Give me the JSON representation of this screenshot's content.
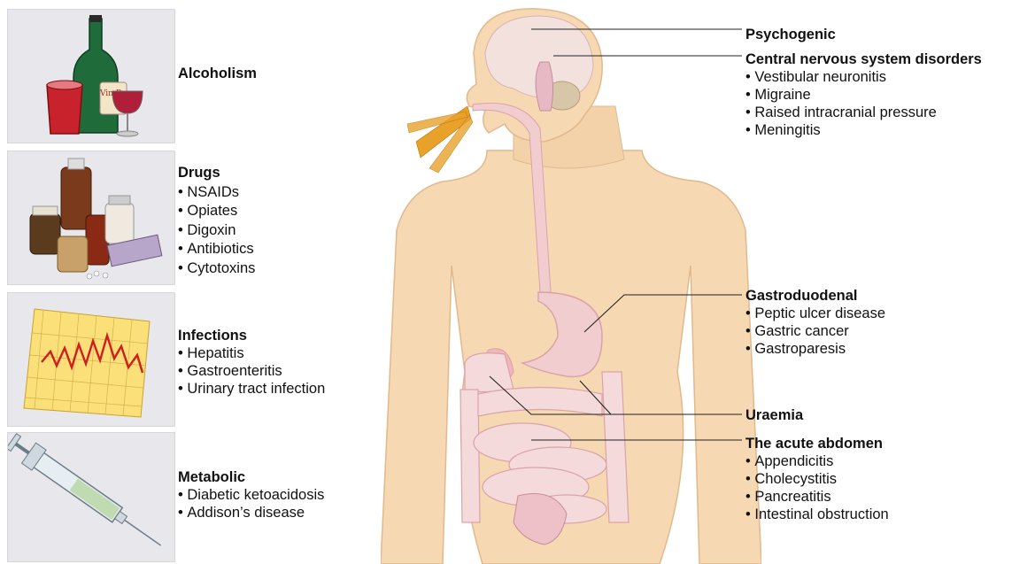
{
  "left_causes": [
    {
      "title": "Alcoholism",
      "icon": "alcohol-bottles-icon",
      "items": []
    },
    {
      "title": "Drugs",
      "icon": "medicine-bottles-icon",
      "items": [
        "NSAIDs",
        "Opiates",
        "Digoxin",
        "Antibiotics",
        "Cytotoxins"
      ]
    },
    {
      "title": "Infections",
      "icon": "fever-chart-icon",
      "items": [
        "Hepatitis",
        "Gastroenteritis",
        "Urinary tract infection"
      ]
    },
    {
      "title": "Metabolic",
      "icon": "syringe-icon",
      "items": [
        "Diabetic ketoacidosis",
        "Addison’s disease"
      ]
    }
  ],
  "right_causes": [
    {
      "title": "Psychogenic",
      "items": []
    },
    {
      "title": "Central nervous system disorders",
      "items": [
        "Vestibular neuronitis",
        "Migraine",
        "Raised intracranial pressure",
        "Meningitis"
      ]
    },
    {
      "title": "Gastroduodenal",
      "items": [
        "Peptic ulcer disease",
        "Gastric cancer",
        "Gastroparesis"
      ]
    },
    {
      "title": "Uraemia",
      "items": []
    },
    {
      "title": "The acute abdomen",
      "items": [
        "Appendicitis",
        "Cholecystitis",
        "Pancreatitis",
        "Intestinal obstruction"
      ]
    }
  ],
  "bottle_label": "Vin Ro",
  "colors": {
    "skin": "#f6d8b2",
    "skin_shadow": "#e9c197",
    "gut": "#f2cdd0",
    "gut_outline": "#d9a3aa",
    "panel_bg": "#e8e8ec",
    "vomit": "#e8a22a"
  }
}
